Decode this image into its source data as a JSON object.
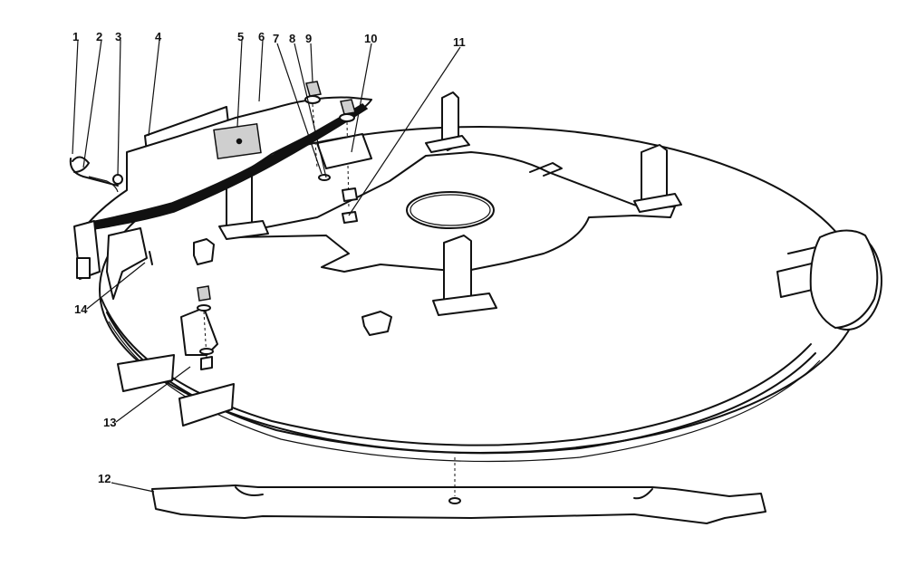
{
  "callouts": [
    {
      "id": "callout-1",
      "text": "1"
    },
    {
      "id": "callout-2",
      "text": "2"
    },
    {
      "id": "callout-3",
      "text": "3"
    },
    {
      "id": "callout-4",
      "text": "4"
    },
    {
      "id": "callout-5",
      "text": "5"
    },
    {
      "id": "callout-6",
      "text": "6"
    },
    {
      "id": "callout-7",
      "text": "7"
    },
    {
      "id": "callout-8",
      "text": "8"
    },
    {
      "id": "callout-9",
      "text": "9"
    },
    {
      "id": "callout-10",
      "text": "10"
    },
    {
      "id": "callout-11",
      "text": "11"
    },
    {
      "id": "callout-12",
      "text": "12"
    },
    {
      "id": "callout-13",
      "text": "13"
    },
    {
      "id": "callout-14",
      "text": "14"
    }
  ],
  "colors": {
    "ink": "#111111",
    "paper": "#ffffff"
  }
}
